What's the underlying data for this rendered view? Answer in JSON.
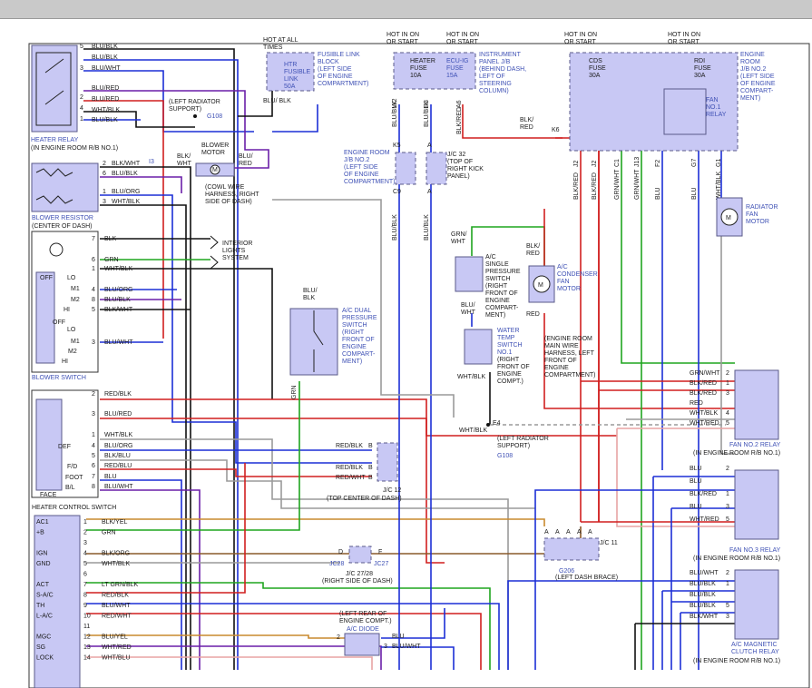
{
  "colors": {
    "component_fill": "#c8c8f4",
    "label_blue": "#3f51b5",
    "wire_red": "#d11f1f",
    "wire_blue": "#1c2fd6",
    "wire_green": "#1fa51f",
    "wire_black": "#111111",
    "wire_gray": "#9a9a9a",
    "wire_orange": "#c98a2f",
    "wire_violet": "#6a1fa8",
    "wire_pink": "#e8a4a4",
    "wire_brown": "#8a5a2a"
  },
  "hot": {
    "at_all_times": "HOT AT ALL\nTIMES",
    "in_on_start_1": "HOT IN ON\nOR START",
    "in_on_start_2": "HOT IN ON\nOR START",
    "in_on_start_3": "HOT IN ON\nOR START",
    "in_on_start_4": "HOT IN ON\nOR START"
  },
  "fuses": {
    "htr_fusible": "HTR\nFUSIBLE\nLINK\n50A",
    "fusible_link_block": "FUSIBLE LINK\nBLOCK\n(LEFT SIDE\nOF ENGINE\nCOMPARTMENT)",
    "heater_fuse": "HEATER\nFUSE\n10A",
    "ecu_ig_fuse": "ECU-IG\nFUSE\n15A",
    "instrument_panel": "INSTRUMENT\nPANEL J/B\n(BEHIND DASH,\nLEFT OF\nSTEERING\nCOLUMN)",
    "cds_fuse": "CDS\nFUSE\n30A",
    "rdi_fuse": "RDI\nFUSE\n30A",
    "engine_room_jb2_right": "ENGINE\nROOM\nJ/B NO.2\n(LEFT SIDE\nOF ENGINE\nCOMPART-\nMENT)"
  },
  "heater_relay": {
    "title": "HEATER RELAY",
    "location": "(IN ENGINE ROOM R/B NO.1)",
    "pins": [
      "5",
      "3",
      "2",
      "4",
      "1"
    ],
    "wires": [
      "BLU/BLK",
      "BLU/BLK",
      "BLU/WHT",
      "BLU/RED",
      "BLU/RED",
      "WHT/BLK",
      "BLU/BLK"
    ]
  },
  "ground_g108": {
    "label": "(LEFT RADIATOR\nSUPPORT)",
    "id": "G108"
  },
  "blower_motor": {
    "title": "BLOWER\nMOTOR",
    "left_wire": "BLK/\nWHT",
    "right_wire": "BLU/\nRED",
    "connector": "I3",
    "cowl": "(COWL WIRE\nHARNESS, RIGHT\nSIDE OF DASH)"
  },
  "blower_resistor": {
    "title": "BLOWER RESISTOR",
    "location": "(CENTER OF DASH)",
    "rows": [
      {
        "pin": "2",
        "wire": "BLK/WHT"
      },
      {
        "pin": "6",
        "wire": "BLU/BLK"
      },
      {
        "pin": "1",
        "wire": "BLU/ORG"
      },
      {
        "pin": "3",
        "wire": "WHT/BLK"
      }
    ]
  },
  "blower_switch": {
    "title": "BLOWER SWITCH",
    "rows": [
      {
        "pin": "7",
        "wire": "BLK"
      },
      {
        "pin": "6",
        "wire": "GRN"
      },
      {
        "pin": "1",
        "wire": "WHT/BLK"
      },
      {
        "pin": "4",
        "wire": "BLU/ORG"
      },
      {
        "pin": "8",
        "wire": "BLU/BLK"
      },
      {
        "pin": "5",
        "wire": "BLK/WHT"
      },
      {
        "pin": "3",
        "wire": "BLU/WHT"
      }
    ],
    "positions": [
      "OFF",
      "LO",
      "M1",
      "M2",
      "HI",
      "OFF",
      "LO",
      "M1",
      "M2",
      "HI"
    ],
    "interior_lights": "INTERIOR\nLIGHTS\nSYSTEM"
  },
  "heater_control_switch": {
    "title": "HEATER CONTROL SWITCH",
    "rows": [
      {
        "pin": "2",
        "wire": "RED/BLK"
      },
      {
        "pin": "3",
        "wire": "BLU/RED"
      },
      {
        "pin": "1",
        "wire": "WHT/BLK"
      },
      {
        "pin": "4",
        "wire": "BLU/ORG"
      },
      {
        "pin": "5",
        "wire": "BLK/BLU"
      },
      {
        "pin": "6",
        "wire": "RED/BLU"
      },
      {
        "pin": "7",
        "wire": "BLU"
      },
      {
        "pin": "8",
        "wire": "BLU/WHT"
      }
    ],
    "modes": [
      "DEF",
      "F/D",
      "FOOT",
      "B/L",
      "FACE"
    ]
  },
  "ac_amplifier": {
    "rows": [
      {
        "label": "AC1",
        "pin": "1",
        "wire": "BLK/YEL"
      },
      {
        "label": "+B",
        "pin": "2",
        "wire": "GRN"
      },
      {
        "label": "",
        "pin": "3",
        "wire": ""
      },
      {
        "label": "IGN",
        "pin": "4",
        "wire": "BLK/ORG"
      },
      {
        "label": "GND",
        "pin": "5",
        "wire": "WHT/BLK"
      },
      {
        "label": "",
        "pin": "6",
        "wire": ""
      },
      {
        "label": "ACT",
        "pin": "7",
        "wire": "LT GRN/BLK"
      },
      {
        "label": "S-A/C",
        "pin": "8",
        "wire": "RED/BLK"
      },
      {
        "label": "TH",
        "pin": "9",
        "wire": "BLU/WHT"
      },
      {
        "label": "L-A/C",
        "pin": "10",
        "wire": "RED/WHT"
      },
      {
        "label": "",
        "pin": "11",
        "wire": ""
      },
      {
        "label": "MGC",
        "pin": "12",
        "wire": "BLU/YEL"
      },
      {
        "label": "SG",
        "pin": "13",
        "wire": "WHT/RED"
      },
      {
        "label": "LOCK",
        "pin": "14",
        "wire": "WHT/BLU"
      }
    ]
  },
  "jb": {
    "engine_room_jb2": "ENGINE ROOM\nJ/B NO.2\n(LEFT SIDE\nOF ENGINE\nCOMPARTMENT)",
    "jc32": "J/C 32\n(TOP OF\nRIGHT KICK\nPANEL)",
    "k5": "K5",
    "c9": "C9",
    "a_top": "A",
    "a_bot": "A",
    "w2": "W2",
    "r3": "R3",
    "a6": "A6",
    "k6": "K6",
    "blu_blk_1": "BLU/BLK",
    "blu_blk_2": "BLU/BLK",
    "blu_blk_3": "BLU/BLK",
    "blu_blk_4": "BLU/BLK",
    "blk_red": "BLK/RED",
    "blk_red_k6": "BLK/\nRED"
  },
  "ac_pressure": {
    "dual": "A/C DUAL\nPRESSURE\nSWITCH\n(RIGHT\nFRONT OF\nENGINE\nCOMPART-\nMENT)",
    "dual_wire": "BLU/\nBLK",
    "grn": "GRN",
    "single": "A/C\nSINGLE\nPRESSURE\nSWITCH\n(RIGHT\nFRONT OF\nENGINE\nCOMPART-\nMENT)",
    "grn_wht": "GRN/\nWHT",
    "blu_wht": "BLU/\nWHT"
  },
  "water_temp": {
    "title": "WATER\nTEMP\nSWITCH\nNO.1",
    "location": "(RIGHT\nFRONT OF\nENGINE\nCOMPT.)",
    "wire": "WHT/BLK"
  },
  "condenser_fan": {
    "title": "A/C\nCONDENSER\nFAN\nMOTOR",
    "top_wire": "BLK/\nRED",
    "bottom_wire": "RED"
  },
  "engine_room_main": "(ENGINE ROOM\nMAIN WIRE\nHARNESS, LEFT\nFRONT OF\nENGINE\nCOMPARTMENT)",
  "ground_e4": {
    "id": "E4",
    "wire": "WHT/BLK",
    "label": "(LEFT RADIATOR\nSUPPORT)",
    "g": "G108"
  },
  "fan_relay_1": {
    "title": "FAN\nNO.1\nRELAY"
  },
  "right_columns": [
    "BLK/RED",
    "BLK/RED",
    "GRN/WHT",
    "GRN/WHT",
    "BLU",
    "BLU",
    "WHT/BLK"
  ],
  "right_pins": [
    "J2",
    "J2",
    "C1",
    "J13",
    "F2",
    "G7",
    "G1"
  ],
  "radiator_fan": "RADIATOR\nFAN\nMOTOR",
  "fan_no2_relay": {
    "title": "FAN NO.2 RELAY",
    "location": "(IN ENGINE ROOM R/B NO.1)",
    "rows": [
      {
        "wire": "GRN/WHT",
        "pin": "2"
      },
      {
        "wire": "BLK/RED",
        "pin": "1"
      },
      {
        "wire": "BLK/RED",
        "pin": "3"
      },
      {
        "wire": "RED",
        "pin": ""
      },
      {
        "wire": "WHT/BLK",
        "pin": "4"
      },
      {
        "wire": "WHT/RED",
        "pin": "5"
      }
    ]
  },
  "fan_no3_relay": {
    "title": "FAN NO.3 RELAY",
    "location": "(IN ENGINE ROOM R/B NO.1)",
    "rows": [
      {
        "wire": "BLU",
        "pin": "2"
      },
      {
        "wire": "BLU",
        "pin": ""
      },
      {
        "wire": "BLK/RED",
        "pin": "1"
      },
      {
        "wire": "BLU",
        "pin": "3"
      },
      {
        "wire": "WHT/RED",
        "pin": "5"
      }
    ]
  },
  "mag_clutch_relay": {
    "title": "A/C MAGNETIC\nCLUTCH RELAY",
    "location": "(IN ENGINE ROOM R/B NO.1)",
    "rows": [
      {
        "wire": "BLU/WHT",
        "pin": "2"
      },
      {
        "wire": "BLU/BLK",
        "pin": "1"
      },
      {
        "wire": "BLU/BLK",
        "pin": ""
      },
      {
        "wire": "BLU/BLK",
        "pin": "5"
      },
      {
        "wire": "BLK/WHT",
        "pin": "3"
      }
    ]
  },
  "jc12": {
    "title": "J/C 12",
    "location": "(TOP CENTER OF DASH)",
    "wires": [
      "RED/BLK",
      "RED/BLK",
      "RED/WHT"
    ],
    "pins": [
      "B",
      "B",
      "B"
    ]
  },
  "jc11": {
    "title": "J/C 11",
    "pins": [
      "A",
      "A",
      "A",
      "A",
      "A"
    ],
    "ground": "G206",
    "location": "(LEFT DASH BRACE)"
  },
  "jc27": {
    "d": "D",
    "f": "F",
    "jc28": "JC28",
    "jc27": "JC27",
    "title": "J/C 27/28",
    "location": "(RIGHT SIDE OF DASH)"
  },
  "ac_diode": {
    "location": "(LEFT REAR OF\nENGINE COMPT.)",
    "title": "A/C DIODE",
    "left_pin": "2",
    "right_pin": "3",
    "wire1": "BLU",
    "wire2": "BLU/WHT"
  }
}
